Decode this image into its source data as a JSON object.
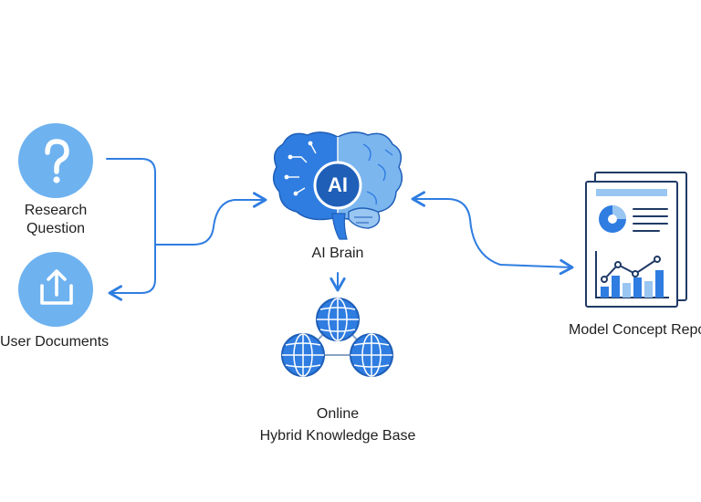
{
  "nodes": {
    "research_question": {
      "line1": "Research",
      "line2": "Question",
      "icon": "question-mark-icon"
    },
    "user_documents": {
      "label": "User Documents",
      "icon": "upload-icon"
    },
    "ai_brain": {
      "badge": "AI",
      "label": "AI Brain",
      "icon": "circuit-brain-icon"
    },
    "knowledge_base": {
      "line1": "Online",
      "line2": "Hybrid Knowledge Base",
      "icon": "globe-network-icon"
    },
    "report": {
      "label": "Model Concept Repo",
      "icon": "report-document-icon"
    }
  },
  "colors": {
    "primary_blue": "#2f7de1",
    "light_blue": "#6eb2f0",
    "dark_blue": "#1f5fb8",
    "text": "#1f1f1f"
  }
}
